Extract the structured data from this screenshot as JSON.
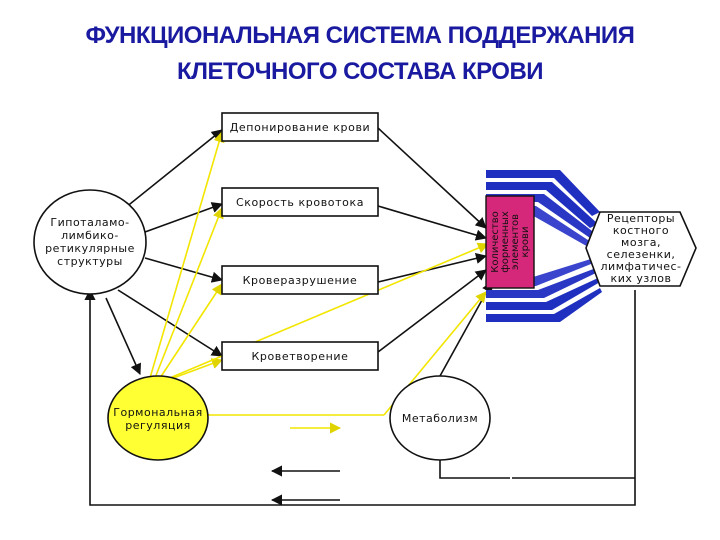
{
  "title": {
    "line1": "ФУНКЦИОНАЛЬНАЯ СИСТЕМА ПОДДЕРЖАНИЯ",
    "line2": "КЛЕТОЧНОГО СОСТАВА КРОВИ"
  },
  "nodes": {
    "hypothalamus": [
      "Гипоталамо-",
      "лимбико-",
      "ретикулярные",
      "структуры"
    ],
    "deposition": "Депонирование крови",
    "blood_flow": "Скорость кровотока",
    "blood_destruction": "Кроверазрушение",
    "hematopoiesis": "Кроветворение",
    "hormonal": [
      "Гормональная",
      "регуляция"
    ],
    "metabolism": "Метаболизм",
    "formed_elements": [
      "Количество",
      "форменных",
      "элементов",
      "крови"
    ],
    "receptors": [
      "Рецепторы",
      "костного",
      "мозга,",
      "селезенки,",
      "лимфатичес-",
      "ких узлов"
    ]
  },
  "colors": {
    "title": "#1a1aa0",
    "hormonal_fill": "#ffff33",
    "yellow_line": "#f2e600",
    "magenta_box": "#d6287a",
    "blue_arrow": "#1f2fbf",
    "line": "#111111"
  }
}
